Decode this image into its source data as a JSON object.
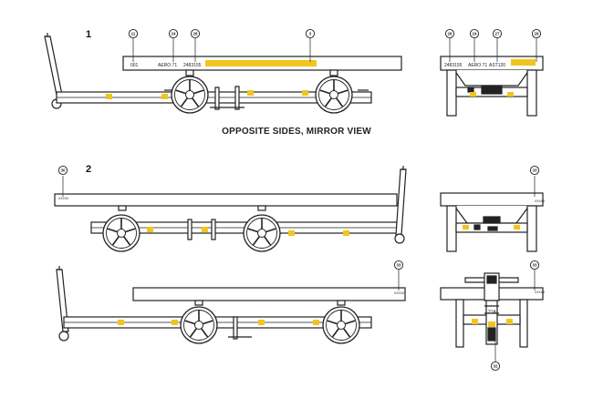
{
  "figures": [
    {
      "number": "1"
    },
    {
      "number": "2"
    }
  ],
  "caption": "OPPOSITE SIDES, MIRROR  VIEW",
  "callouts": [
    "11",
    "24",
    "28",
    "3",
    "28",
    "24",
    "27",
    "29",
    "30",
    "33",
    "33",
    "33",
    "32"
  ],
  "markings": {
    "side_a_code": "001",
    "side_a_type": "AERO 71",
    "side_a_serial": "2483155",
    "end_a_serial": "2483155",
    "end_a_type": "AERO 71",
    "end_a_code": "AST120",
    "small_plate": "XXXXX",
    "tow_plate": "21A"
  },
  "colors": {
    "ink": "#222222",
    "yellow": "#f2c51e"
  }
}
